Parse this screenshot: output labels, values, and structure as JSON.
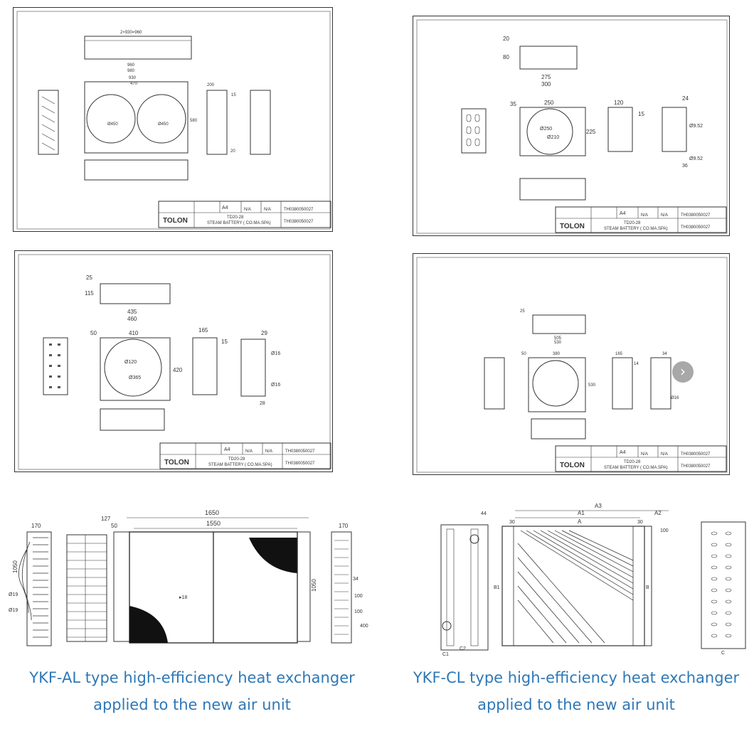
{
  "sheets": [
    {
      "dims": [
        "2×930=960",
        "960",
        "980",
        "930",
        "470",
        "200",
        "15",
        "20",
        "580",
        "Ø450",
        "Ø450"
      ],
      "title_block": {
        "logo": "TOLON",
        "size": "A4",
        "scale1": "N/A",
        "scale2": "N/A",
        "code": "TH0380050027",
        "code2": "TH0380050027",
        "model": "TD20-28",
        "desc": "STEAM BATTERY ( CO.MA.SPA)"
      }
    },
    {
      "dims": [
        "20",
        "80",
        "275",
        "300",
        "35",
        "250",
        "120",
        "15",
        "24",
        "Ø250",
        "Ø210",
        "225",
        "Ø9.52",
        "Ø9.52",
        "36"
      ],
      "title_block": {
        "logo": "TOLON",
        "size": "A4",
        "scale1": "N/A",
        "scale2": "N/A",
        "code": "TH0380050027",
        "code2": "TH0380050027",
        "model": "TD20-28",
        "desc": "STEAM BATTERY ( CO.MA.SPA)"
      }
    },
    {
      "dims": [
        "25",
        "115",
        "435",
        "460",
        "50",
        "410",
        "165",
        "15",
        "29",
        "Ø120",
        "Ø365",
        "420",
        "Ø16",
        "Ø16",
        "28"
      ],
      "title_block": {
        "logo": "TOLON",
        "size": "A4",
        "scale1": "N/A",
        "scale2": "N/A",
        "code": "TH0380050027",
        "code2": "TH0380050027",
        "model": "TD20-28",
        "desc": "STEAM BATTERY ( CO.MA.SPA)"
      }
    },
    {
      "dims": [
        "25",
        "505",
        "530",
        "50",
        "380",
        "165",
        "14",
        "34",
        "530",
        "Ø16"
      ],
      "title_block": {
        "logo": "TOLON",
        "size": "A4",
        "scale1": "N/A",
        "scale2": "N/A",
        "code": "TH0380050027",
        "code2": "TH0380050027",
        "model": "TD20-28",
        "desc": "STEAM BATTERY ( CO.MA.SPA)"
      }
    }
  ],
  "bottom_left": {
    "dims": [
      "170",
      "127",
      "50",
      "1650",
      "1550",
      "170",
      "1050",
      "1050",
      "Ø19",
      "Ø19",
      "34",
      "100",
      "100",
      "400"
    ],
    "caption_line1": "YKF-AL type high-efficiency heat exchanger",
    "caption_line2": "applied to the new air unit"
  },
  "bottom_right": {
    "dims": [
      "A3",
      "A1",
      "A2",
      "A",
      "30",
      "30",
      "100",
      "B1",
      "B",
      "C1",
      "C2",
      "C"
    ],
    "caption_line1": "YKF-CL type high-efficiency heat exchanger",
    "caption_line2": "applied to the new air unit"
  },
  "nav": {
    "arrow": "›"
  }
}
